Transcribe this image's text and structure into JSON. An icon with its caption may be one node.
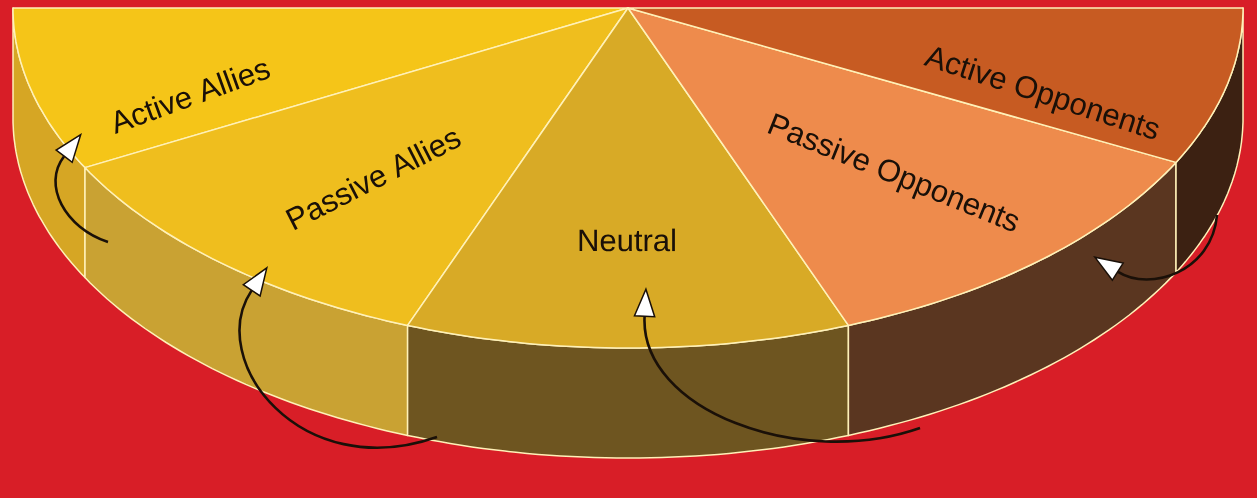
{
  "diagram": {
    "nodes": [
      {
        "text": [
          "Active Allies"
        ]
      },
      {
        "text": [
          "Passive Allies"
        ]
      },
      {
        "text": [
          "Neutral"
        ]
      },
      {
        "text": [
          "Passive Opponents"
        ]
      },
      {
        "text": [
          "Active Opponents"
        ]
      }
    ],
    "edges": [
      {
        "from": 1,
        "to": 0,
        "arrow": "to"
      },
      {
        "from": 2,
        "to": 1,
        "arrow": "to"
      },
      {
        "from": 3,
        "to": 2,
        "arrow": "to"
      },
      {
        "from": 4,
        "to": 3,
        "arrow": "to"
      }
    ]
  }
}
